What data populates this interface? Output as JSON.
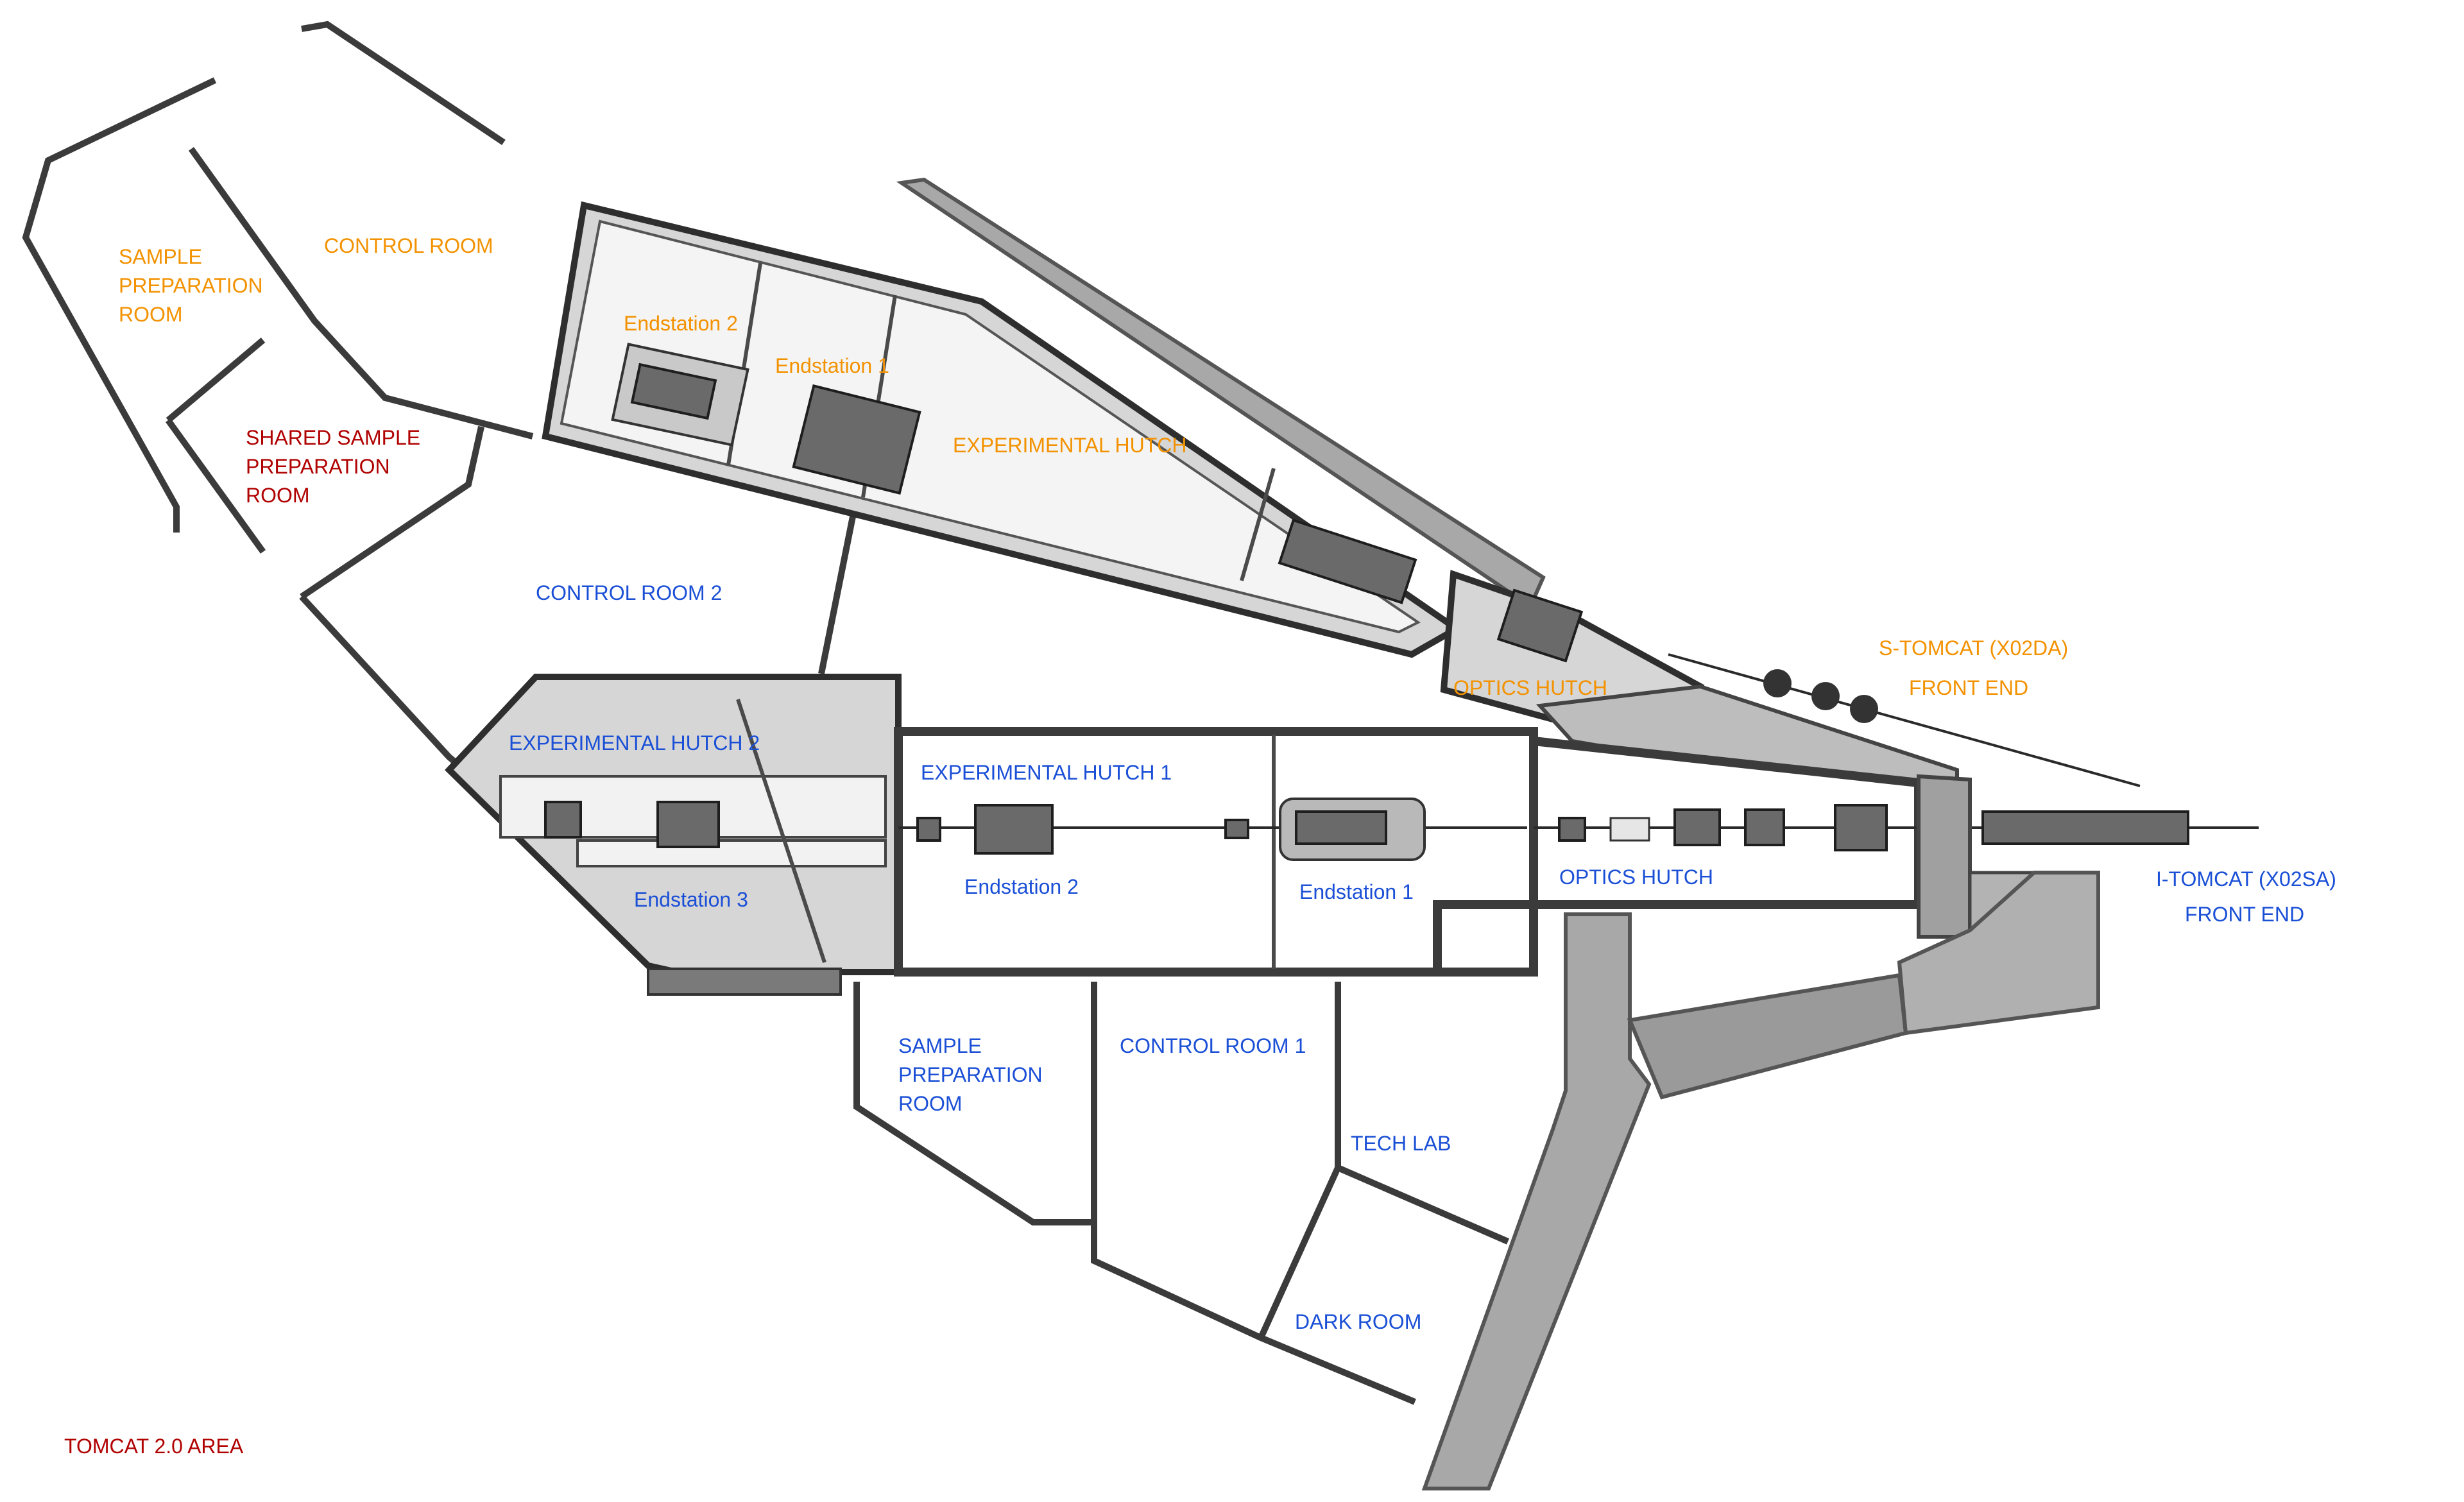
{
  "labels": {
    "control_room_upper": "CONTROL ROOM",
    "sample_prep_upper": [
      "SAMPLE",
      "PREPARATION",
      "ROOM"
    ],
    "shared_sample_prep": [
      "SHARED SAMPLE",
      "PREPARATION",
      "ROOM"
    ],
    "endstation_2_s": "Endstation 2",
    "endstation_1_s": "Endstation 1",
    "experimental_hutch_s": "EXPERIMENTAL HUTCH",
    "control_room_2": "CONTROL ROOM 2",
    "optics_hutch_s": "OPTICS HUTCH",
    "s_tomcat_line1": "S-TOMCAT (X02DA)",
    "s_tomcat_line2": "FRONT END",
    "experimental_hutch_2": "EXPERIMENTAL HUTCH 2",
    "experimental_hutch_1": "EXPERIMENTAL HUTCH 1",
    "endstation_3": "Endstation 3",
    "endstation_2_i": "Endstation 2",
    "endstation_1_i": "Endstation 1",
    "optics_hutch_i": "OPTICS HUTCH",
    "i_tomcat_line1": "I-TOMCAT (X02SA)",
    "i_tomcat_line2": "FRONT END",
    "sample_prep_lower": [
      "SAMPLE",
      "PREPARATION",
      "ROOM"
    ],
    "control_room_1": "CONTROL ROOM 1",
    "tech_lab": "TECH LAB",
    "dark_room": "DARK ROOM",
    "area_title": "TOMCAT 2.0 AREA"
  },
  "colors": {
    "s_tomcat": "#F39200",
    "i_tomcat": "#1A4FD6",
    "shared": "#B00000"
  }
}
